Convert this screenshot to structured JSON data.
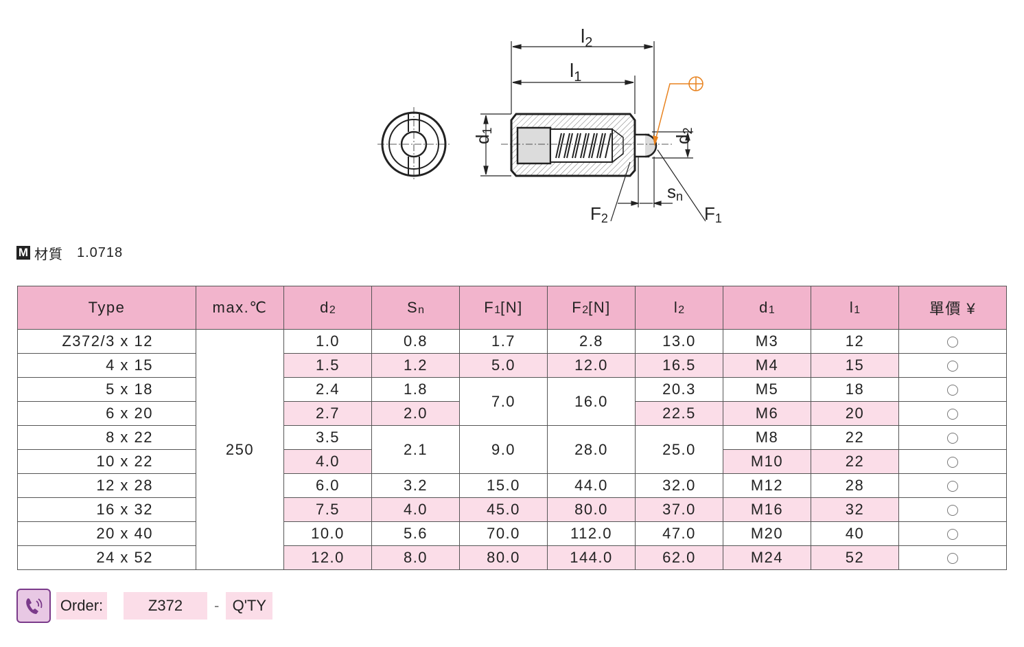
{
  "drawing": {
    "labels": {
      "l2": "l",
      "l2_sub": "2",
      "l1": "l",
      "l1_sub": "1",
      "d1": "d",
      "d1_sub": "1",
      "d2": "d",
      "d2_sub": "2",
      "sn": "s",
      "sn_sub": "n",
      "f1": "F",
      "f1_sub": "1",
      "f2": "F",
      "f2_sub": "2"
    },
    "colors": {
      "line": "#222222",
      "hatch": "#555555",
      "leader": "#e8821e",
      "fill": "#dcdcdc"
    }
  },
  "material": {
    "badge": "M",
    "label": "材質",
    "value": "1.0718"
  },
  "table": {
    "headers": [
      {
        "main": "Type",
        "sub": ""
      },
      {
        "main": "max.℃",
        "sub": ""
      },
      {
        "main": "d",
        "sub": "2"
      },
      {
        "main": "S",
        "sub": "n"
      },
      {
        "main": "F",
        "sub": "1",
        "tail": "[N]"
      },
      {
        "main": "F",
        "sub": "2",
        "tail": "[N]"
      },
      {
        "main": "l",
        "sub": "2"
      },
      {
        "main": "d",
        "sub": "1"
      },
      {
        "main": "l",
        "sub": "1"
      },
      {
        "main": "單價 ¥",
        "sub": ""
      }
    ],
    "types": [
      "Z372/3 x 12",
      "4 x 15",
      "5 x 18",
      "6 x 20",
      "8 x 22",
      "10 x 22",
      "12 x 28",
      "16 x 32",
      "20 x 40",
      "24 x 52"
    ],
    "max_temp": "250",
    "d2": [
      "1.0",
      "1.5",
      "2.4",
      "2.7",
      "3.5",
      "4.0",
      "6.0",
      "7.5",
      "10.0",
      "12.0"
    ],
    "sn": [
      "0.8",
      "1.2",
      "1.8",
      "2.0",
      "2.1",
      "3.2",
      "4.0",
      "5.6",
      "8.0"
    ],
    "f1": [
      "1.7",
      "5.0",
      "7.0",
      "9.0",
      "15.0",
      "45.0",
      "70.0",
      "80.0"
    ],
    "f2": [
      "2.8",
      "12.0",
      "16.0",
      "28.0",
      "44.0",
      "80.0",
      "112.0",
      "144.0"
    ],
    "l2": [
      "13.0",
      "16.5",
      "20.3",
      "22.5",
      "25.0",
      "32.0",
      "37.0",
      "47.0",
      "62.0"
    ],
    "d1": [
      "M3",
      "M4",
      "M5",
      "M6",
      "M8",
      "M10",
      "M12",
      "M16",
      "M20",
      "M24"
    ],
    "l1": [
      "12",
      "15",
      "18",
      "20",
      "22",
      "22",
      "28",
      "32",
      "40",
      "52"
    ],
    "price_symbol": "○"
  },
  "order": {
    "label": "Order:",
    "code": "Z372",
    "separator": "-",
    "qty": "Q'TY"
  },
  "colors": {
    "header_bg": "#f2b4cc",
    "row_pink": "#fbdde8",
    "border": "#555555"
  }
}
